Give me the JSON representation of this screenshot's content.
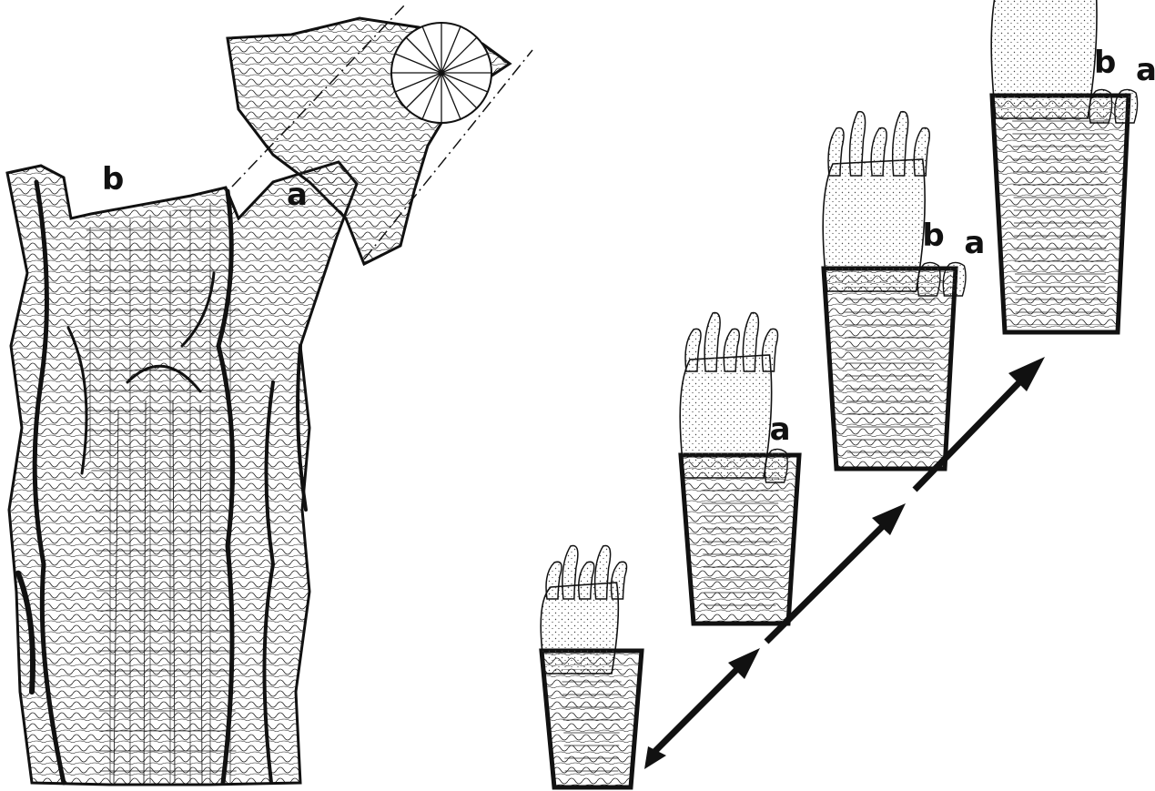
{
  "figure": {
    "left_panel": {
      "labels": {
        "a": "a",
        "b": "b"
      }
    },
    "right_panel": {
      "stages": [
        {
          "labels": []
        },
        {
          "labels": [
            "a"
          ]
        },
        {
          "labels": [
            "b",
            "a"
          ]
        },
        {
          "labels": [
            "b",
            "a"
          ]
        }
      ]
    },
    "colors": {
      "ink": "#111111",
      "background": "#ffffff",
      "stipple": "#444444"
    }
  }
}
